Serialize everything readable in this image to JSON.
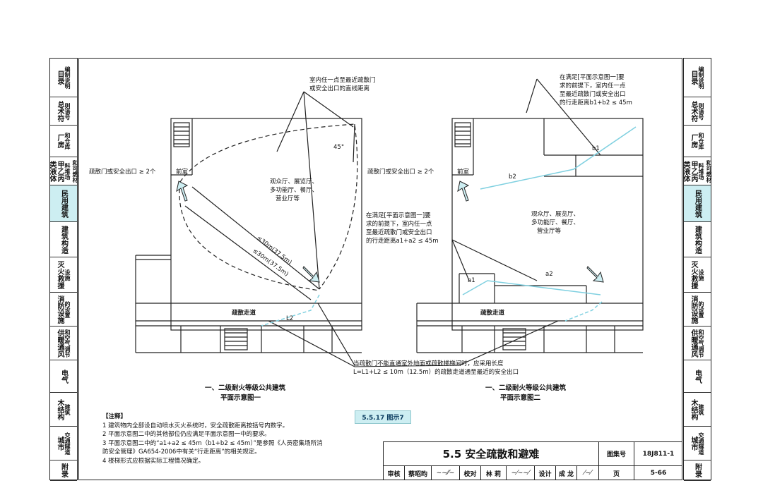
{
  "left_tabs": [
    {
      "label": "目录",
      "sub": "编制说明"
    },
    {
      "label": "总术符",
      "sub": "则语号"
    },
    {
      "label": "厂房",
      "sub": "和仓库"
    },
    {
      "label": "甲乙丙类液体",
      "sub": "和可燃材料堆场"
    },
    {
      "label": "民用建筑",
      "sub": "",
      "active": true
    },
    {
      "label": "建筑构造",
      "sub": ""
    },
    {
      "label": "灭火救援",
      "sub": "设施"
    },
    {
      "label": "消防设施",
      "sub": "的设置"
    },
    {
      "label": "供暖通风",
      "sub": "和空气调节"
    },
    {
      "label": "电气",
      "sub": ""
    },
    {
      "label": "木结构",
      "sub": "建筑"
    },
    {
      "label": "城市",
      "sub": "交通隧道"
    },
    {
      "label": "附录",
      "sub": ""
    }
  ],
  "plan1": {
    "callout_top": "室内任一点至最近疏散门",
    "callout_top2": "或安全出口的直线距离",
    "exit_label": "疏散门或安全出口 ≥ 2个",
    "anteroom": "前室",
    "room_l1": "观众厅、展览厅、",
    "room_l2": "多功能厅、餐厅、",
    "room_l3": "营业厅等",
    "dim1": "≤30m(37.5m)",
    "dim2": "≤30m(37.5m)",
    "angle": "45°",
    "corridor": "疏散走道",
    "l2": "L2",
    "caption1": "一、二级耐火等级公共建筑",
    "caption2": "平面示意图一"
  },
  "plan2": {
    "callout_l1": "在满足[平面示意图一]要",
    "callout_l2": "求的前提下，室内任一点",
    "callout_l3": "至最近疏散门或安全出口",
    "callout_l4": "的行走距离b1+b2 ≤ 45m",
    "exit_label": "疏散门或安全出口 ≥ 2个",
    "anteroom": "前室",
    "room_l1": "观众厅、展览厅、",
    "room_l2": "多功能厅、餐厅、",
    "room_l3": "营业厅等",
    "b1": "b1",
    "b2": "b2",
    "a1": "a1",
    "a2": "a2",
    "corridor": "疏散走道",
    "caption1": "一、二级耐火等级公共建筑",
    "caption2": "平面示意图二"
  },
  "mid_callout": {
    "l1": "在满足[平面示意图一]要",
    "l2": "求的前提下，室内任一点",
    "l3": "至最近疏散门或安全出口",
    "l4": "的行走距离a1+a2 ≤ 45m"
  },
  "bottom_callout": {
    "l1": "当疏散门不能直通室外地面或疏散楼梯间时，应采用长度",
    "l2": "L=L1+L2 ≤ 10m（12.5m）的疏散走道通至最近的安全出口"
  },
  "badge": "5.5.17 图示7",
  "notes": {
    "title": "【注释】",
    "items": [
      "1 建筑物内全部设自动喷水灭火系统时，安全疏散距离按括号内数字。",
      "2 平面示意图二中的其他部位仍应满足平面示意图一中的要求。",
      "3 平面示意图二中的“a1+a2 ≤ 45m（b1+b2 ≤ 45m）”是参照《人员密集场所消",
      "  防安全管理》GA654-2006中有关“行走距离”的相关规定。",
      "4 楼梯形式应根据实际工程情况确定。"
    ]
  },
  "title_block": {
    "title": "5.5  安全疏散和避难",
    "atlas_label": "图集号",
    "atlas_no": "18J811-1",
    "review": "审核",
    "reviewer": "蔡昭昀",
    "check": "校对",
    "checker": "林 莉",
    "design": "设计",
    "designer": "成 龙",
    "page_label": "页",
    "page_no": "5-66"
  },
  "colors": {
    "accent_tab": "#cdeef2",
    "arrow_fill": "#cdeef2",
    "path_blue": "#7fd0e0"
  }
}
